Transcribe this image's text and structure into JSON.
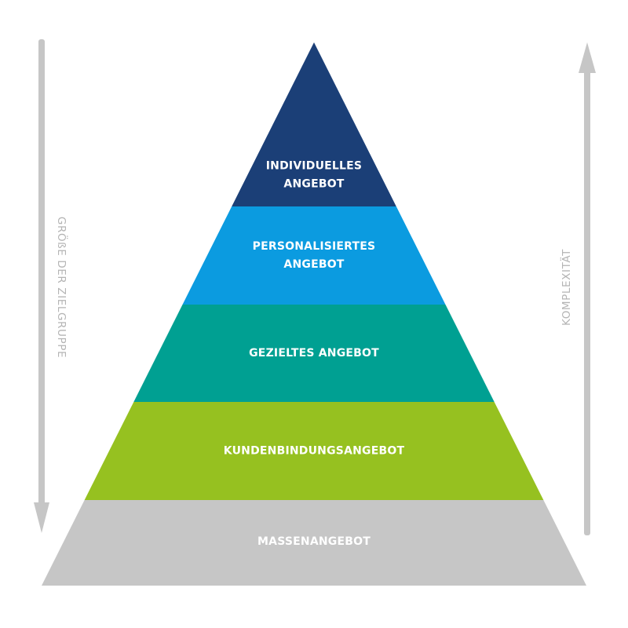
{
  "diagram": {
    "type": "pyramid",
    "layers": [
      {
        "lines": [
          "INDIVIDUELLES",
          "ANGEBOT"
        ],
        "color": "#1b3f77"
      },
      {
        "lines": [
          "PERSONALISIERTES",
          "ANGEBOT"
        ],
        "color": "#0b9be0"
      },
      {
        "lines": [
          "GEZIELTES ANGEBOT"
        ],
        "color": "#00a092"
      },
      {
        "lines": [
          "KUNDENBINDUNGSANGEBOT"
        ],
        "color": "#96c120"
      },
      {
        "lines": [
          "MASSENANGEBOT"
        ],
        "color": "#c6c6c6"
      }
    ],
    "left_axis": {
      "label": "GRÖßE DER ZIELGRUPPE",
      "direction": "down",
      "color": "#c6c6c6"
    },
    "right_axis": {
      "label": "KOMPLEXITÄT",
      "direction": "up",
      "color": "#c6c6c6"
    },
    "label_color": "#ffffff",
    "axis_text_color": "#b4b4b4"
  }
}
